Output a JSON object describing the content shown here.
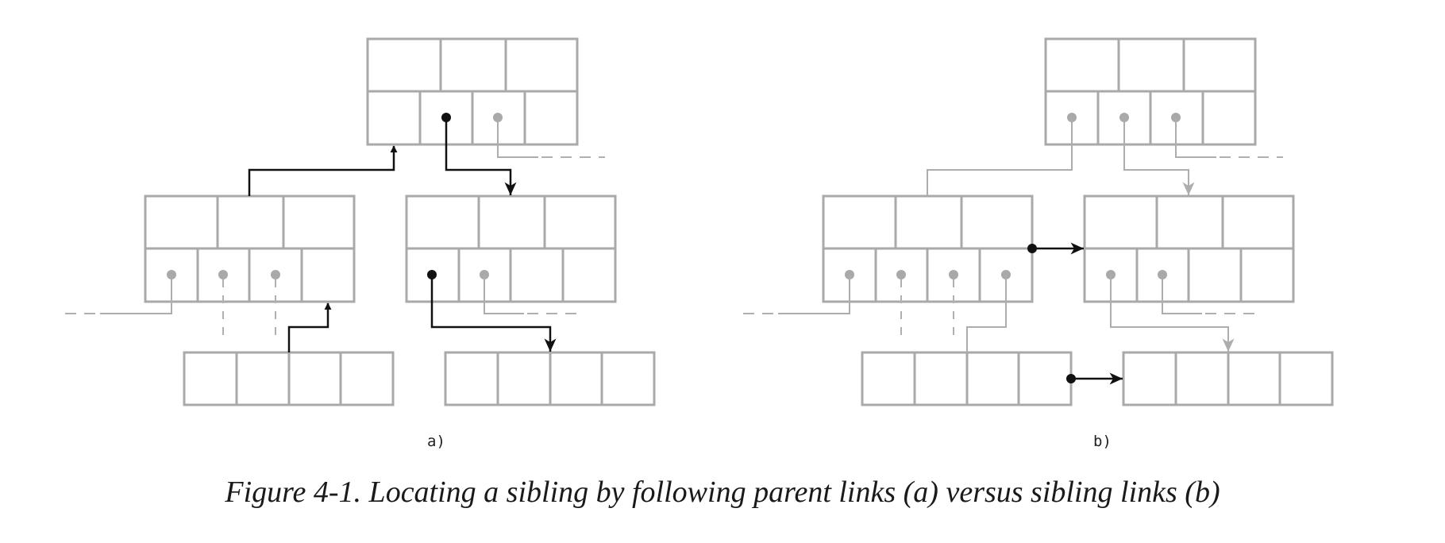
{
  "diagram": {
    "panel_a_label": "a)",
    "panel_b_label": "b)"
  },
  "caption": "Figure 4-1. Locating a sibling by following parent links (a) versus sibling links (b)",
  "colors": {
    "node_stroke": "#a9a9a9",
    "link_gray": "#adadad",
    "link_black": "#111111"
  }
}
